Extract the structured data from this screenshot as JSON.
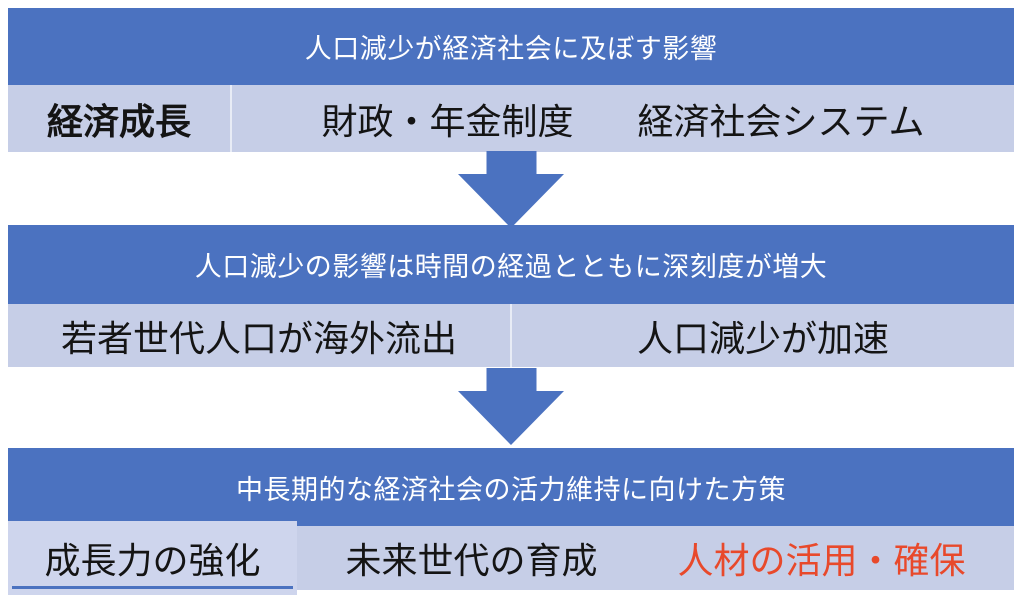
{
  "colors": {
    "header_blue": "#4b72c0",
    "band_light": "#c6cee7",
    "band_light_alt": "#ced5ed",
    "divider": "#e8ecf6",
    "text_dark": "#141414",
    "accent_red": "#e8492b",
    "arrow": "#4b72c0",
    "page_bg": "#ffffff"
  },
  "icons": {
    "down_arrow": "down-arrow-icon"
  },
  "sections": [
    {
      "header": "人口減少が経済社会に及ぼす影響",
      "cells": [
        {
          "label": "経済成長",
          "bold": true
        },
        {
          "label": "財政・年金制度",
          "bold": false
        },
        {
          "label": "経済社会システム",
          "bold": false
        }
      ]
    },
    {
      "header": "人口減少の影響は時間の経過とともに深刻度が増大",
      "cells": [
        {
          "label": "若者世代人口が海外流出",
          "bold": false
        },
        {
          "label": "人口減少が加速",
          "bold": false
        }
      ]
    },
    {
      "header": "中長期的な経済社会の活力維持に向けた方策",
      "cells": [
        {
          "label": "成長力の強化",
          "bold": false
        },
        {
          "label": "未来世代の育成",
          "bold": false
        },
        {
          "label": "人材の活用・確保",
          "bold": false,
          "accent": "red"
        }
      ]
    }
  ]
}
